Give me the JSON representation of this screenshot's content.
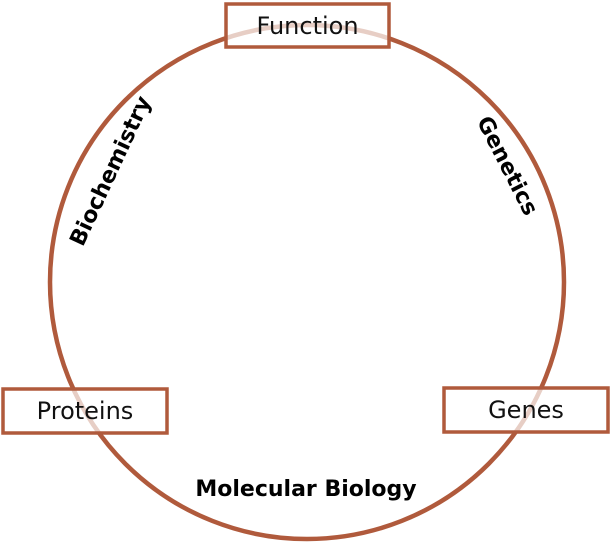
{
  "colors": {
    "accent": "#b05a3c",
    "text": "#111111",
    "background": "#ffffff"
  },
  "nodes": {
    "function": "Function",
    "proteins": "Proteins",
    "genes": "Genes"
  },
  "edges": {
    "biochemistry": "Biochemistry",
    "genetics": "Genetics",
    "molecular_biology": "Molecular Biology"
  }
}
